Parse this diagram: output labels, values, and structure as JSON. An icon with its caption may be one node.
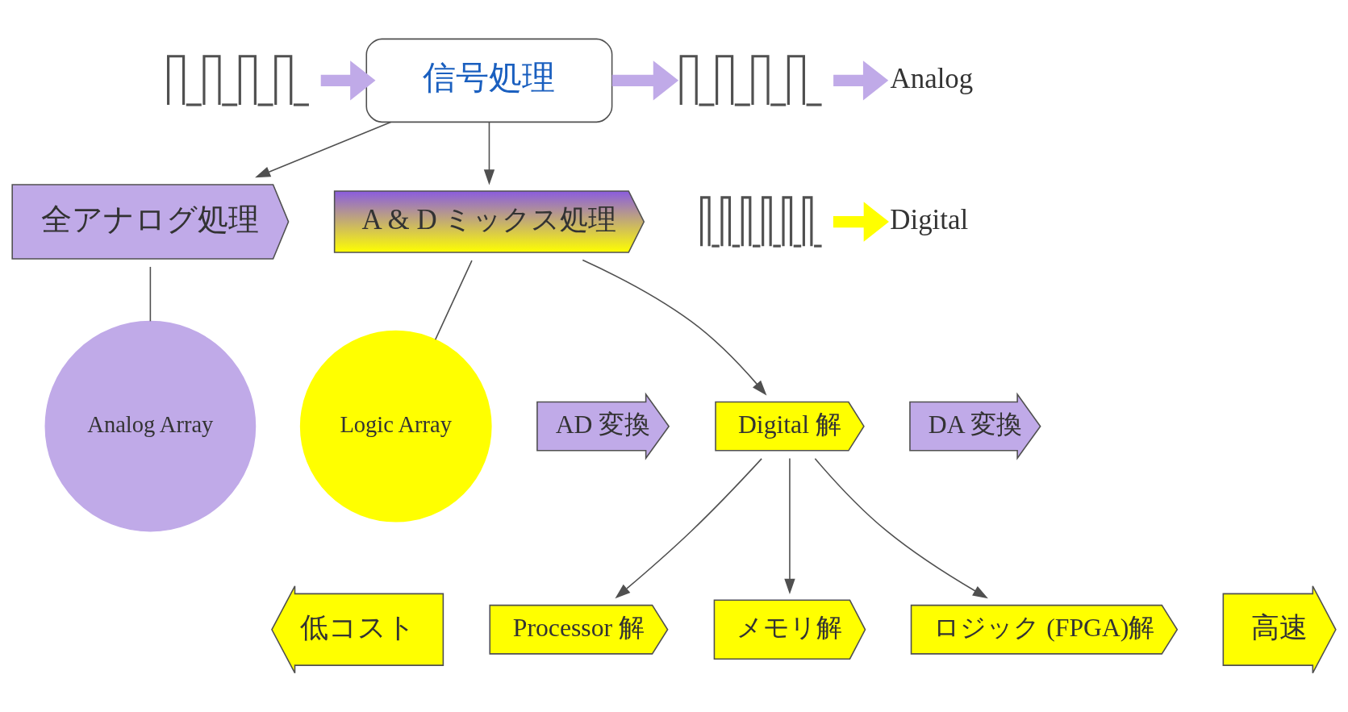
{
  "diagram": {
    "nodes": [
      {
        "text": [],
        "shape": "wave"
      },
      {
        "text": [
          "信号処理"
        ]
      },
      {
        "text": [],
        "shape": "wave"
      },
      {
        "text": [],
        "shape": "square-wave"
      },
      {
        "text": [
          "Analog"
        ]
      },
      {
        "text": [
          "Digital"
        ]
      },
      {
        "text": [
          "全アナログ処理"
        ]
      },
      {
        "text": [
          "A & D ミックス処理"
        ]
      },
      {
        "text": [
          "Analog Array"
        ]
      },
      {
        "text": [
          "Logic Array"
        ]
      },
      {
        "text": [
          "AD 変換"
        ]
      },
      {
        "text": [
          "Digital 解"
        ]
      },
      {
        "text": [
          "DA 変換"
        ]
      },
      {
        "text": [
          "低コスト"
        ]
      },
      {
        "text": [
          "Processor 解"
        ]
      },
      {
        "text": [
          "メモリ解"
        ]
      },
      {
        "text": [
          "ロジック (FPGA)解"
        ]
      },
      {
        "text": [
          "高速"
        ]
      }
    ],
    "edges": [
      {
        "from": 0,
        "to": 1,
        "arrow": "to",
        "style": "thick",
        "color": "#c0aae8"
      },
      {
        "from": 1,
        "to": 2,
        "arrow": "to",
        "style": "thick",
        "color": "#c0aae8"
      },
      {
        "from": 2,
        "to": 4,
        "arrow": "to",
        "style": "thick",
        "color": "#c0aae8"
      },
      {
        "from": 3,
        "to": 5,
        "arrow": "to",
        "style": "thick",
        "color": "#ffff00"
      },
      {
        "from": 1,
        "to": 6,
        "arrow": "to"
      },
      {
        "from": 1,
        "to": 7,
        "arrow": "to"
      },
      {
        "from": 6,
        "to": 8,
        "arrow": "none"
      },
      {
        "from": 7,
        "to": 9,
        "arrow": "none"
      },
      {
        "from": 7,
        "to": 11,
        "arrow": "to"
      },
      {
        "from": 11,
        "to": 14,
        "arrow": "to"
      },
      {
        "from": 11,
        "to": 15,
        "arrow": "to"
      },
      {
        "from": 11,
        "to": 16,
        "arrow": "to"
      }
    ]
  }
}
